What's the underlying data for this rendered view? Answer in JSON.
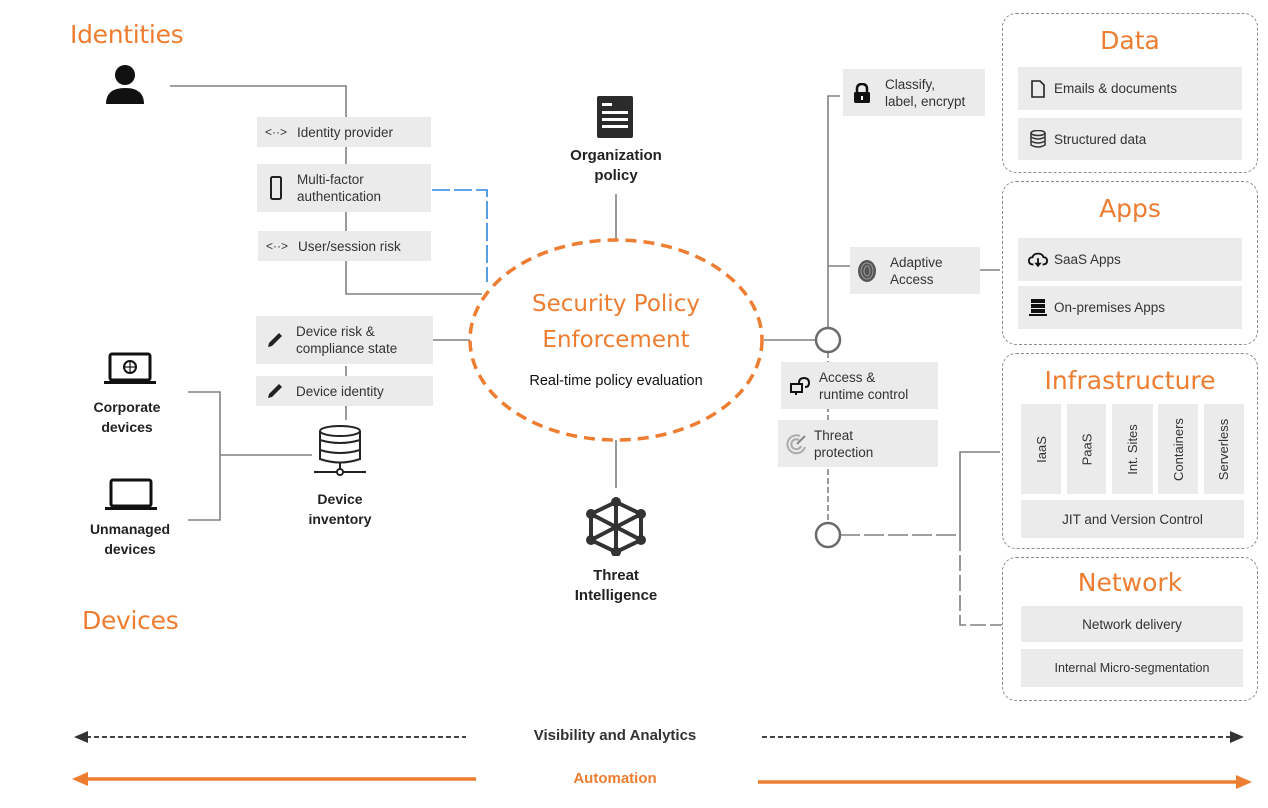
{
  "sections": {
    "identities": "Identities",
    "devices": "Devices"
  },
  "identity_checks": [
    {
      "label": "Identity provider",
      "icon": "code-arrows-icon"
    },
    {
      "label": "Multi-factor authentication",
      "line1": "Multi-factor",
      "line2": "authentication",
      "icon": "smartphone-icon"
    },
    {
      "label": "User/session risk",
      "icon": "code-arrows-icon"
    }
  ],
  "device_checks": [
    {
      "label": "Device risk & compliance state",
      "line1": "Device risk &",
      "line2": "compliance state",
      "icon": "pencil-icon"
    },
    {
      "label": "Device identity",
      "icon": "pencil-icon"
    }
  ],
  "device_nodes": {
    "corporate": {
      "line1": "Corporate",
      "line2": "devices",
      "icon": "laptop-globe-icon"
    },
    "unmanaged": {
      "line1": "Unmanaged",
      "line2": "devices",
      "icon": "laptop-icon"
    },
    "inventory": {
      "line1": "Device",
      "line2": "inventory",
      "icon": "database-server-icon"
    }
  },
  "org_policy": {
    "line1": "Organization",
    "line2": "policy",
    "icon": "document-icon"
  },
  "threat_intel": {
    "line1": "Threat",
    "line2": "Intelligence",
    "icon": "network-cube-icon"
  },
  "enforcement": {
    "line1": "Security Policy",
    "line2": "Enforcement",
    "subtitle": "Real-time policy evaluation"
  },
  "controls": [
    {
      "line1": "Classify,",
      "line2": "label, encrypt",
      "icon": "lock-icon"
    },
    {
      "line1": "Adaptive",
      "line2": "Access",
      "icon": "fingerprint-icon"
    },
    {
      "line1": "Access &",
      "line2": "runtime control",
      "icon": "devices-cloud-icon"
    },
    {
      "line1": "Threat",
      "line2": "protection",
      "icon": "radar-icon"
    }
  ],
  "resources": {
    "data": {
      "title": "Data",
      "items": [
        {
          "label": "Emails & documents",
          "icon": "file-icon"
        },
        {
          "label": "Structured data",
          "icon": "database-icon"
        }
      ]
    },
    "apps": {
      "title": "Apps",
      "items": [
        {
          "label": "SaaS Apps",
          "icon": "cloud-download-icon"
        },
        {
          "label": "On-premises Apps",
          "icon": "server-icon"
        }
      ]
    },
    "infrastructure": {
      "title": "Infrastructure",
      "columns": [
        "IaaS",
        "PaaS",
        "Int. Sites",
        "Containers",
        "Serverless"
      ],
      "footer": "JIT and Version Control"
    },
    "network": {
      "title": "Network",
      "items": [
        "Network delivery",
        "Internal Micro-segmentation"
      ]
    }
  },
  "bottom": {
    "visibility": "Visibility and Analytics",
    "automation": "Automation"
  },
  "colors": {
    "accent": "#ed7d31",
    "mfa_link": "#2e86de",
    "box_fill": "#ebebeb",
    "line": "#7f7f7f"
  }
}
